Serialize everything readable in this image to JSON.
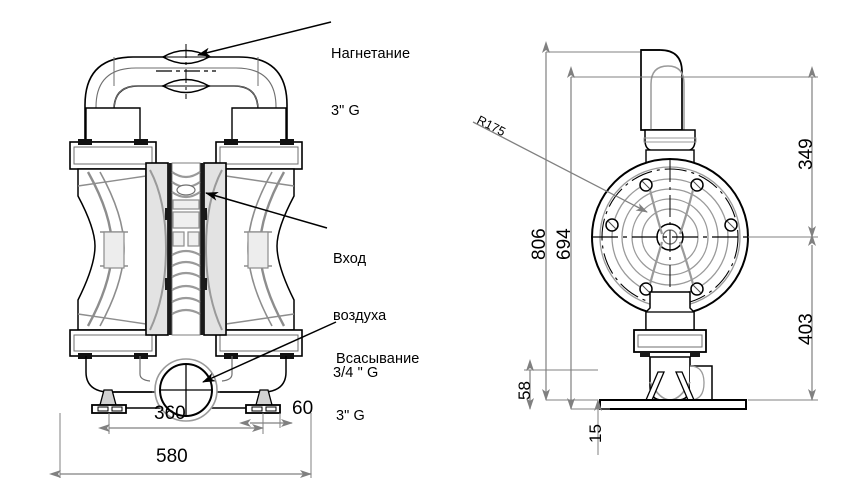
{
  "drawing": {
    "title": "Pneumatic double diaphragm pump dimensional drawing",
    "views": [
      {
        "name": "front-view",
        "label": ""
      },
      {
        "name": "side-view",
        "label": ""
      }
    ]
  },
  "callouts": {
    "discharge": {
      "line1": "Нагнетание",
      "line2": "3\" G"
    },
    "air_inlet": {
      "line1": "Вход",
      "line2": "воздуха",
      "line3": "3/4 \" G"
    },
    "suction": {
      "line1": "Всасывание",
      "line2": "3\" G"
    }
  },
  "dimensions": {
    "width_overall": "580",
    "foot_spacing": "360",
    "foot_offset": "60",
    "height_overall": "806",
    "height_body": "694",
    "height_upper": "349",
    "height_lower": "403",
    "base_clearance": "58",
    "base_thickness": "15",
    "radius": "R175"
  },
  "colors": {
    "outline": "#000000",
    "dimension_line": "#808080",
    "fill_light": "#e8e8e8",
    "fill_mid": "#c8c8c8",
    "fill_dark": "#9a9a9a",
    "background": "#ffffff"
  }
}
